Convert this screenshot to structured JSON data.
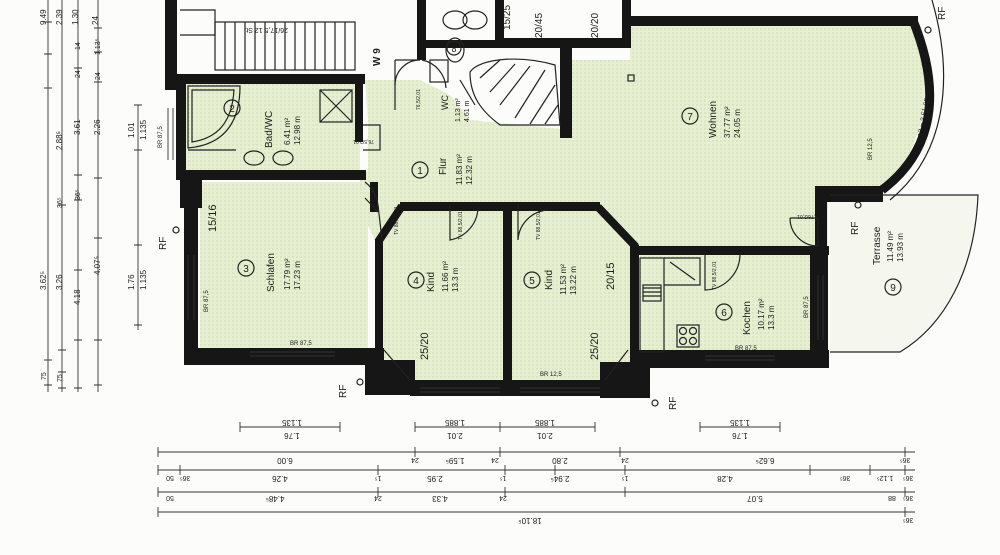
{
  "colors": {
    "floor": "#e6efd2",
    "wall": "#161616",
    "line": "#333333"
  },
  "rooms": [
    {
      "id": "flur",
      "number": "1",
      "name": "Flur",
      "area1": "11.83 m²",
      "area2": "12.32 m"
    },
    {
      "id": "bad",
      "number": "2",
      "name": "Bad/WC",
      "area1": "6.41 m²",
      "area2": "12.98 m"
    },
    {
      "id": "schlafen",
      "number": "3",
      "name": "Schlafen",
      "area1": "17.79 m²",
      "area2": "17.23 m"
    },
    {
      "id": "kind1",
      "number": "4",
      "name": "Kind",
      "area1": "11.66 m²",
      "area2": "13.3 m"
    },
    {
      "id": "kind2",
      "number": "5",
      "name": "Kind",
      "area1": "11.53 m²",
      "area2": "13.22 m"
    },
    {
      "id": "kochen",
      "number": "6",
      "name": "Kochen",
      "area1": "10.17 m²",
      "area2": "13.3 m"
    },
    {
      "id": "wohnen",
      "number": "7",
      "name": "Wohnen",
      "area1": "37.77 m²",
      "area2": "24.05 m"
    },
    {
      "id": "wc",
      "number": "8",
      "name": "WC",
      "area1": "1.13 m²",
      "area2": "4.61 m"
    },
    {
      "id": "terrasse",
      "number": "9",
      "name": "Terrasse",
      "area1": "11.49 m²",
      "area2": "13.93 m"
    }
  ],
  "annotations": {
    "w9": "W 9",
    "rf": "RF",
    "d1516": "15/16",
    "d2520a": "25/20",
    "d2520b": "25/20",
    "d2015": "20/15",
    "d2045": "20/45",
    "d2020": "20/20",
    "d1525": "15/25",
    "br875a": "BR 87,5",
    "br875b": "BR 87,5",
    "br875c": "BR 87,5",
    "br875d": "BR 87,5",
    "br125a": "BR 12,5",
    "br125b": "BR 12,5",
    "stair": "26/17,5 12 St.",
    "radius": "3x1,17 = 3,51 60+1,41",
    "door1": "TV 88,5/2,01",
    "door2": "TV 88,5/2,01",
    "door3": "TV 88,5/2,01",
    "door4": "TV 88,5/2,01",
    "hatch": "76,5/2,01",
    "hatch2": "76,5/2,01",
    "hatch3": "1,76/2,01"
  },
  "left_dims": {
    "c1": [
      "9.49",
      "2.39",
      "1.30",
      "24"
    ],
    "c2": [
      "3.62⁵",
      "3.26",
      "2.88⁵",
      "36⁵",
      "75"
    ],
    "c3": [
      "4.18",
      "3.61",
      "24",
      "36⁵",
      "75"
    ],
    "c4": [
      "4.07⁵",
      "2.26",
      "14",
      "1.13⁵",
      "24"
    ],
    "c5": [
      "1.01",
      "1.135",
      "1.76",
      "1.135"
    ]
  },
  "bottom_dims": {
    "r0": [
      "1.135",
      "1.76",
      "1.885",
      "2.01",
      "1.885",
      "2.01",
      "1.135",
      "1.76"
    ],
    "r1": [
      "6.00",
      "24",
      "1.59⁵",
      "24",
      "2.80",
      "24",
      "6.62⁵",
      "36⁵"
    ],
    "r2": [
      "50",
      "36⁵",
      "4.26",
      "1⁵",
      "2.95",
      "1⁵",
      "2.94⁵",
      "1⁵",
      "4.28",
      "36⁵",
      "1.12⁵",
      "36⁵"
    ],
    "r3": [
      "50",
      "4.48⁵",
      "24",
      "4.33",
      "24",
      "5.07",
      "88",
      "36⁵"
    ],
    "r4": [
      "18.10⁵",
      "36⁵"
    ]
  }
}
